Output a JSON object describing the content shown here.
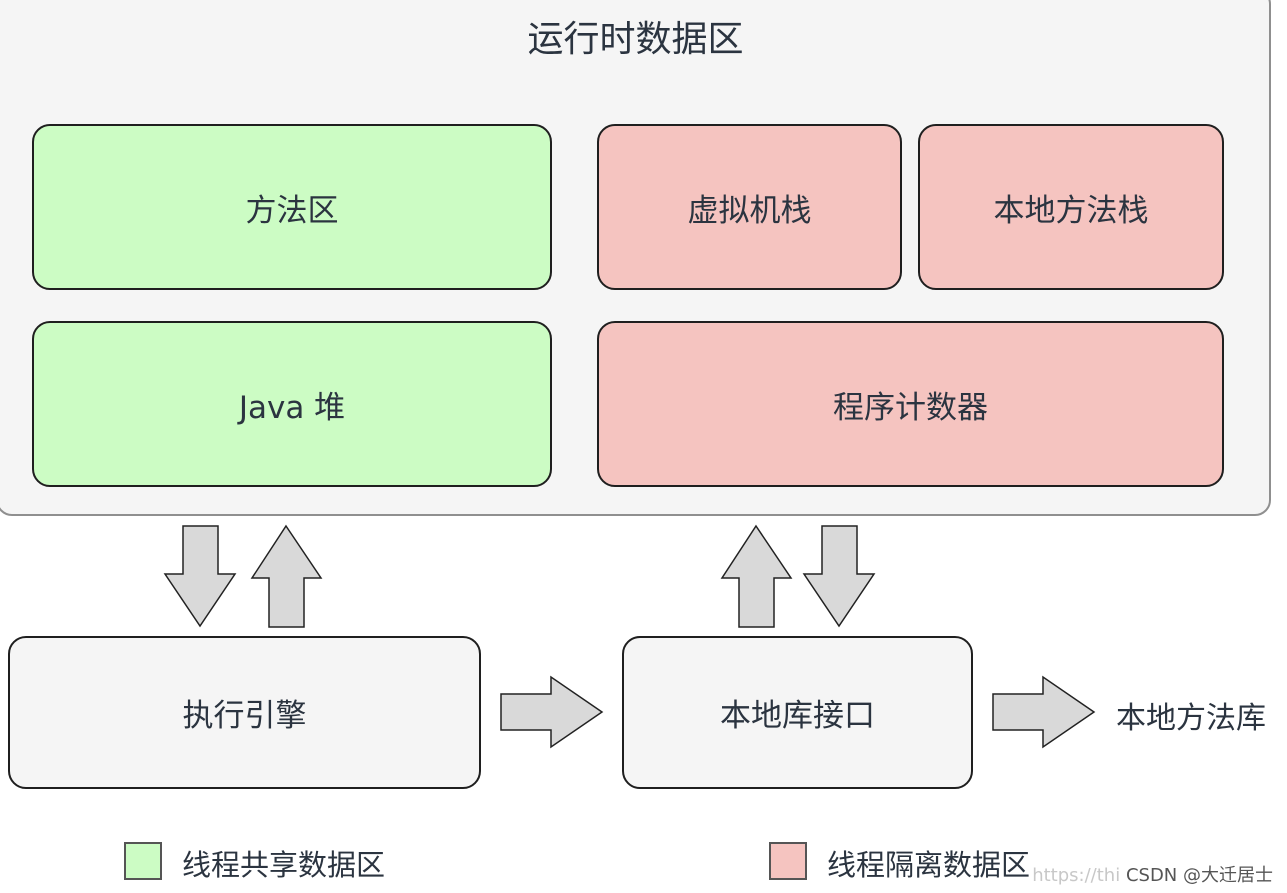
{
  "runtime_area": {
    "title": "运行时数据区",
    "method_area": "方法区",
    "vm_stack": "虚拟机栈",
    "native_method_stack": "本地方法栈",
    "java_heap": "Java 堆",
    "program_counter": "程序计数器"
  },
  "execution_engine": "执行引擎",
  "native_interface": "本地库接口",
  "native_library": "本地方法库",
  "legend": {
    "shared_label": "线程共享数据区",
    "shared_color": "#ccfcc4",
    "isolated_label": "线程隔离数据区",
    "isolated_color": "#f5c4c0"
  },
  "watermark": {
    "faint_text": "https://thi",
    "text": "CSDN @大迁居士"
  },
  "colors": {
    "arrow_fill": "#d9d9d9",
    "arrow_stroke": "#222222",
    "container_bg": "#f5f5f5"
  }
}
